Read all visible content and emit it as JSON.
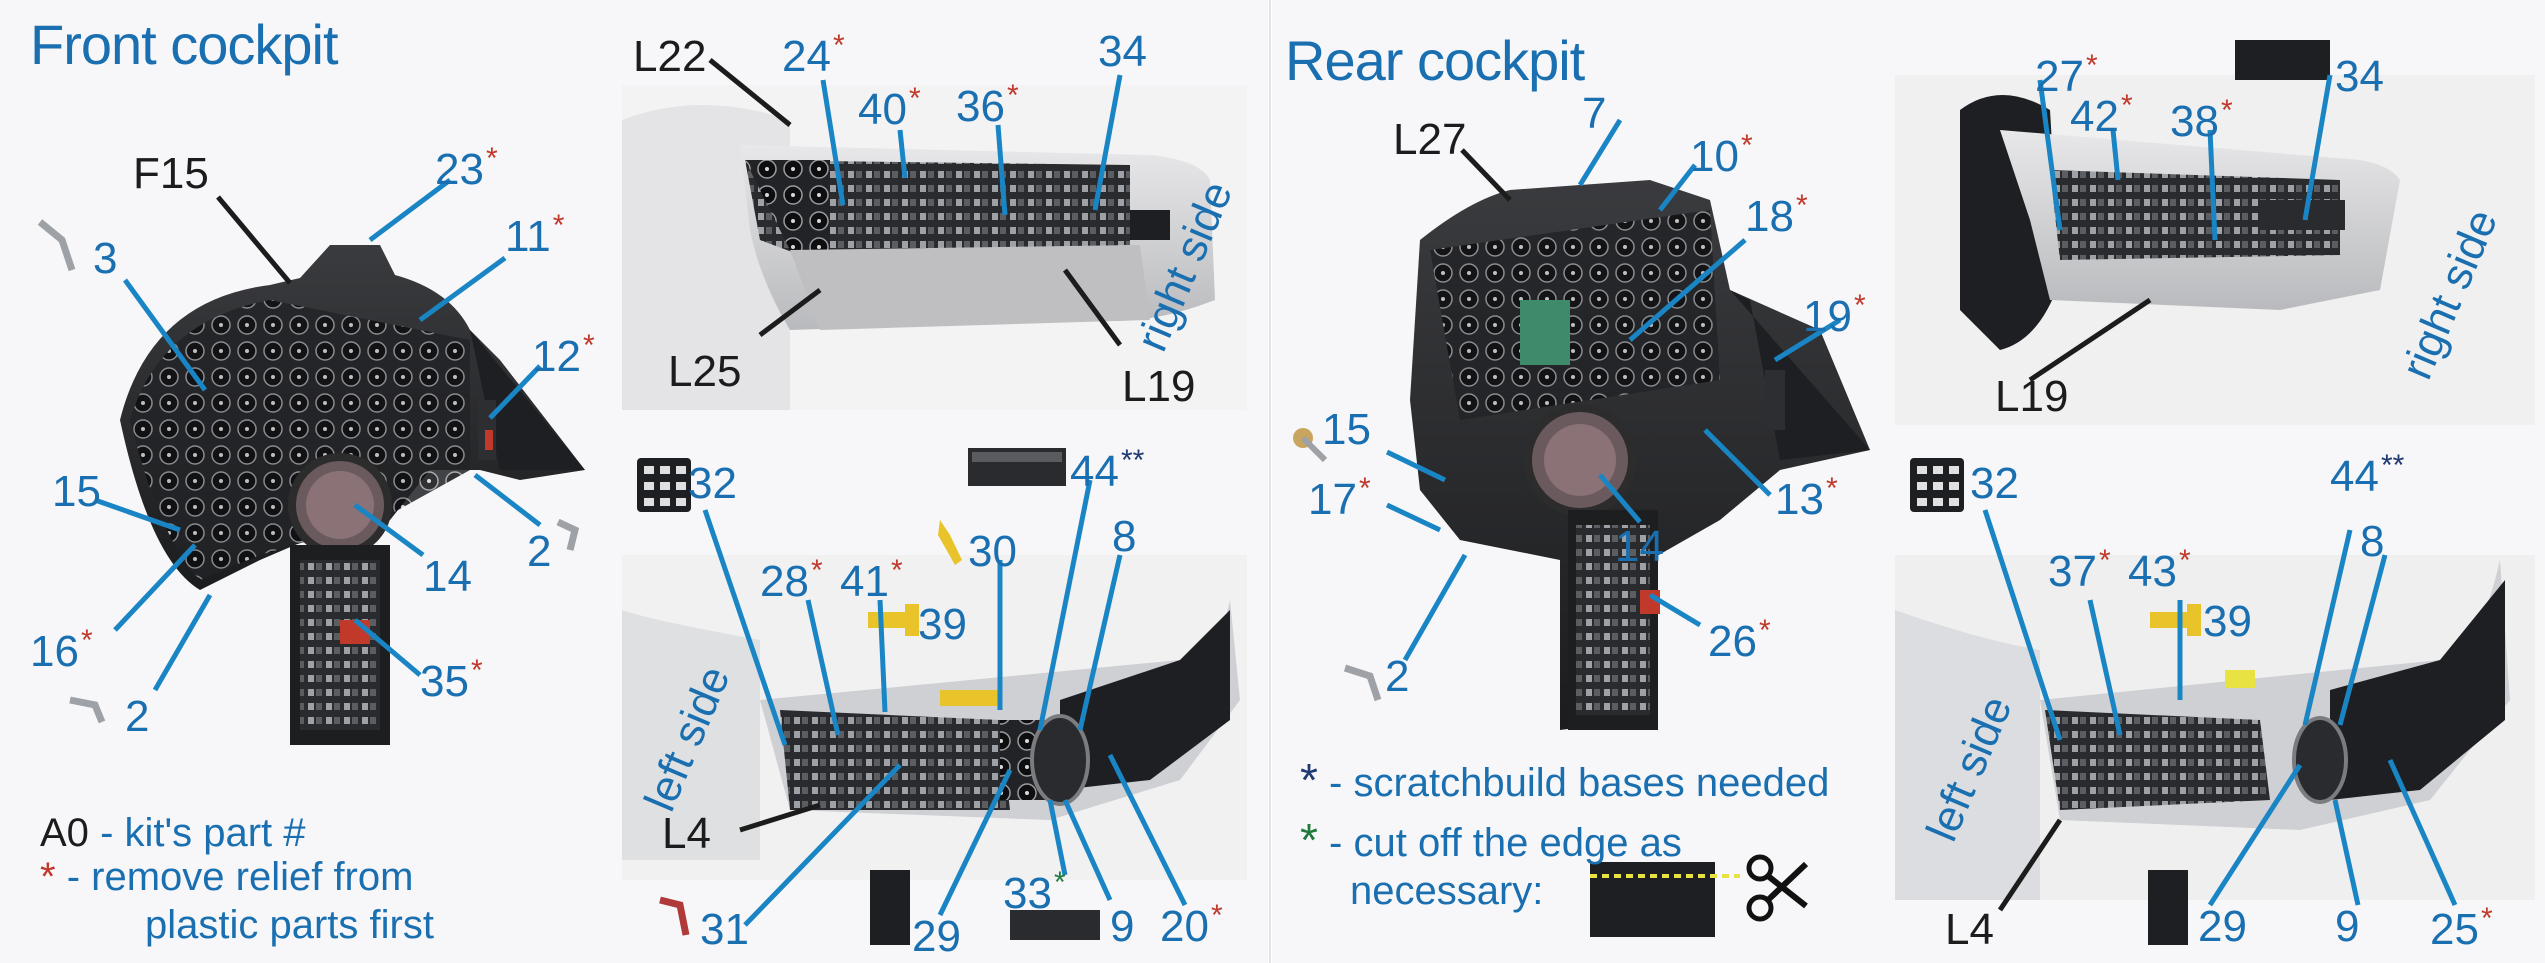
{
  "colors": {
    "label_blue": "#1a6fb0",
    "red_asterisk": "#c0392b",
    "blue_asterisk": "#1f3a73",
    "green_asterisk": "#1e7a3c",
    "leader": "#1a85c4",
    "black_text": "#1c1c1c"
  },
  "front": {
    "title": "Front cockpit",
    "labels": {
      "F15": "F15",
      "n3": "3",
      "n23": "23",
      "n11": "11",
      "n12": "12",
      "n15": "15",
      "n14": "14",
      "n2a": "2",
      "n16": "16",
      "n2b": "2",
      "n35": "35",
      "L22": "L22",
      "n24": "24",
      "n40": "40",
      "n36": "36",
      "n34": "34",
      "L25": "L25",
      "L19": "L19",
      "right_side": "right side",
      "n32": "32",
      "n44": "44",
      "n28": "28",
      "n41": "41",
      "n30": "30",
      "n39": "39",
      "n8": "8",
      "left_side": "left side",
      "L4": "L4",
      "n31": "31",
      "n29": "29",
      "n33": "33",
      "n9": "9",
      "n20": "20"
    }
  },
  "rear": {
    "title": "Rear cockpit",
    "labels": {
      "L27": "L27",
      "n7": "7",
      "n10": "10",
      "n18": "18",
      "n19": "19",
      "n15": "15",
      "n17": "17",
      "n14": "14",
      "n13": "13",
      "n26": "26",
      "n2": "2",
      "n27": "27",
      "n42": "42",
      "n38": "38",
      "n34": "34",
      "L19": "L19",
      "right_side": "right side",
      "n32": "32",
      "n37": "37",
      "n43": "43",
      "n39": "39",
      "n44": "44",
      "n8": "8",
      "left_side": "left side",
      "L4": "L4",
      "n29": "29",
      "n9": "9",
      "n25": "25"
    }
  },
  "marks": {
    "single": "*",
    "double": "**"
  },
  "legend": {
    "part_example": "A0",
    "part_text": "- kit's part #",
    "red_text_1": "- remove relief from",
    "red_text_2": "plastic parts first",
    "blue_text": "- scratchbuild bases needed",
    "green_text_1": "- cut off the edge as",
    "green_text_2": "necessary:"
  },
  "icons": [
    "scissors-icon"
  ]
}
